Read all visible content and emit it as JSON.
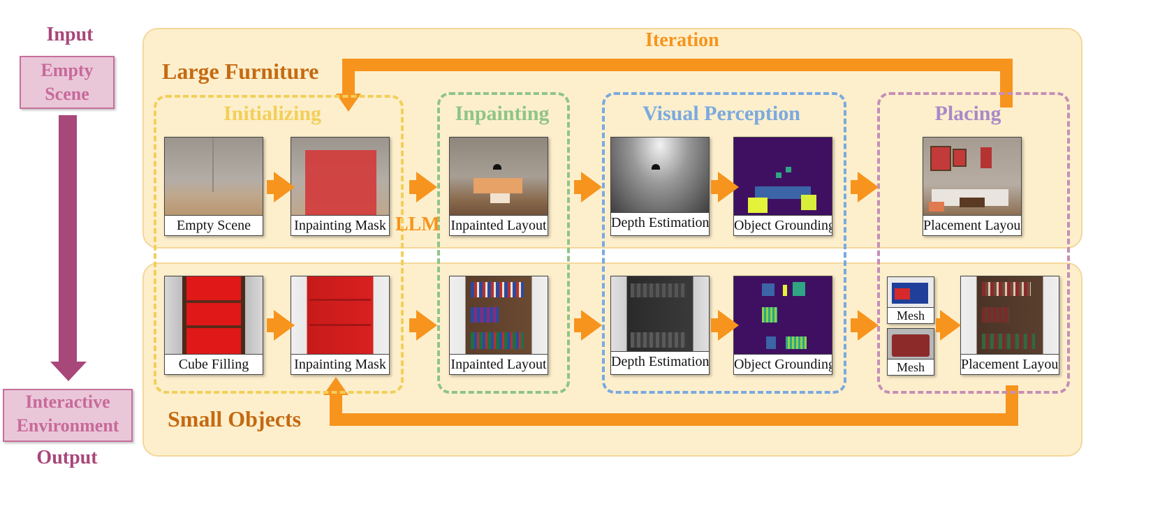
{
  "io": {
    "input_label": "Input",
    "input_box": [
      "Empty",
      "Scene"
    ],
    "output_label": "Output",
    "output_box": [
      "Interactive",
      "Environment"
    ]
  },
  "bands": {
    "top_title": "Large Furniture",
    "bottom_title": "Small Objects",
    "iteration_label": "Iteration",
    "llm_label": "LLM"
  },
  "stages": {
    "initializing": "Initializing",
    "inpainting": "Inpainting",
    "visual_perception": "Visual Perception",
    "placing": "Placing"
  },
  "captions": {
    "top": {
      "empty_scene": "Empty Scene",
      "inpainting_mask": "Inpainting Mask",
      "inpainted_layout": "Inpainted Layout",
      "depth_estimation": "Depth Estimation",
      "object_grounding": "Object Grounding",
      "placement_layout": "Placement Layout"
    },
    "bottom": {
      "cube_filling": "Cube Filling",
      "inpainting_mask": "Inpainting Mask",
      "inpainted_layout": "Inpainted Layout",
      "depth_estimation": "Depth Estimation",
      "object_grounding": "Object Grounding",
      "mesh_1": "Mesh",
      "mesh_2": "Mesh",
      "placement_layout": "Placement Layout"
    }
  },
  "colors": {
    "arrow": "#f7941d",
    "io_accent": "#a8477a",
    "band_fill": "#fdefcc",
    "initializing": "#f2cf5a",
    "inpainting": "#8fc487",
    "visual_perception": "#7aa9df",
    "placing": "#a88ac8"
  }
}
